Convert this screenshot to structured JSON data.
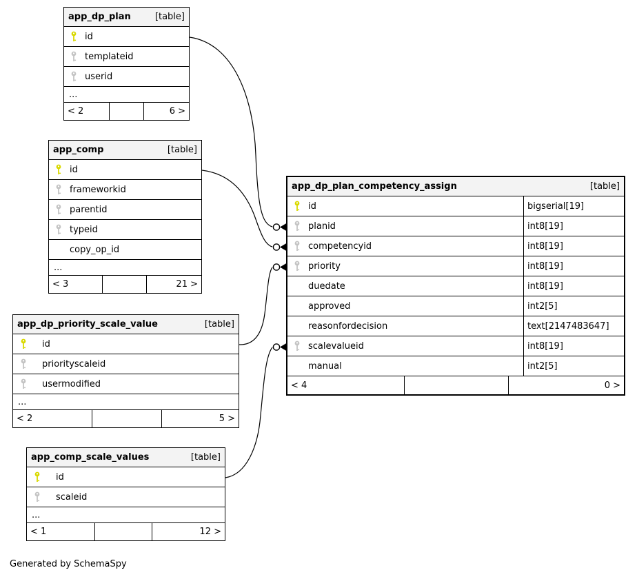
{
  "footer_note": "Generated by SchemaSpy",
  "colors": {
    "primary_key_icon": "#d9d900",
    "foreign_key_icon": "#c4c4c4",
    "header_background": "#f3f3f3",
    "border": "#000000"
  },
  "tables": [
    {
      "name": "app_dp_plan",
      "badge": "[table]",
      "columns": [
        {
          "name": "id",
          "key": "pk"
        },
        {
          "name": "templateid",
          "key": "fk"
        },
        {
          "name": "userid",
          "key": "fk"
        }
      ],
      "more": "...",
      "footer": {
        "left": "< 2",
        "middle": "",
        "right": "6 >"
      }
    },
    {
      "name": "app_comp",
      "badge": "[table]",
      "columns": [
        {
          "name": "id",
          "key": "pk"
        },
        {
          "name": "frameworkid",
          "key": "fk"
        },
        {
          "name": "parentid",
          "key": "fk"
        },
        {
          "name": "typeid",
          "key": "fk"
        },
        {
          "name": "copy_op_id",
          "key": ""
        }
      ],
      "more": "...",
      "footer": {
        "left": "< 3",
        "middle": "",
        "right": "21 >"
      }
    },
    {
      "name": "app_dp_priority_scale_value",
      "badge": "[table]",
      "columns": [
        {
          "name": "id",
          "key": "pk"
        },
        {
          "name": "priorityscaleid",
          "key": "fk"
        },
        {
          "name": "usermodified",
          "key": "fk"
        }
      ],
      "more": "...",
      "footer": {
        "left": "< 2",
        "middle": "",
        "right": "5 >"
      }
    },
    {
      "name": "app_comp_scale_values",
      "badge": "[table]",
      "columns": [
        {
          "name": "id",
          "key": "pk"
        },
        {
          "name": "scaleid",
          "key": "fk"
        }
      ],
      "more": "...",
      "footer": {
        "left": "< 1",
        "middle": "",
        "right": "12 >"
      }
    },
    {
      "name": "app_dp_plan_competency_assign",
      "badge": "[table]",
      "columns": [
        {
          "name": "id",
          "key": "pk",
          "type": "bigserial[19]"
        },
        {
          "name": "planid",
          "key": "fk",
          "type": "int8[19]"
        },
        {
          "name": "competencyid",
          "key": "fk",
          "type": "int8[19]"
        },
        {
          "name": "priority",
          "key": "fk",
          "type": "int8[19]"
        },
        {
          "name": "duedate",
          "key": "",
          "type": "int8[19]"
        },
        {
          "name": "approved",
          "key": "",
          "type": "int2[5]"
        },
        {
          "name": "reasonfordecision",
          "key": "",
          "type": "text[2147483647]"
        },
        {
          "name": "scalevalueid",
          "key": "fk",
          "type": "int8[19]"
        },
        {
          "name": "manual",
          "key": "",
          "type": "int2[5]"
        }
      ],
      "footer": {
        "left": "< 4",
        "middle": "",
        "right": "0 >"
      }
    }
  ]
}
